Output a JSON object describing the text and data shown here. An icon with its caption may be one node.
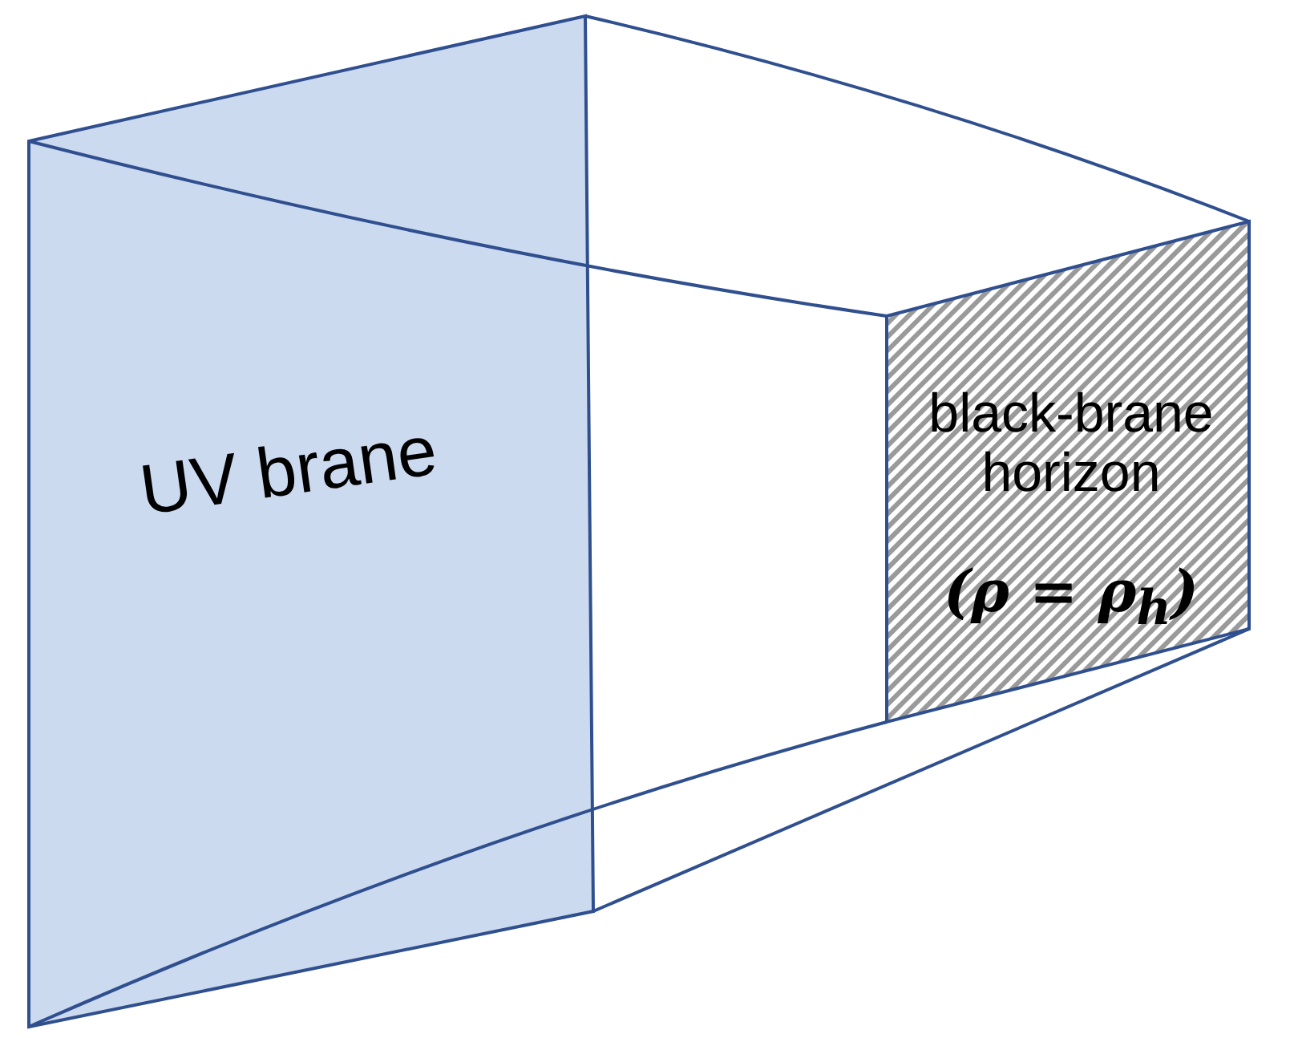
{
  "diagram": {
    "nodes": [
      {
        "text": [
          "UV brane"
        ]
      },
      {
        "text": [
          "black-brane horizon",
          "(ρ = ρ$_{h}$)"
        ]
      }
    ],
    "edges": [
      {
        "from": 0,
        "to": 1,
        "arrow": "none"
      },
      {
        "from": 0,
        "to": 1,
        "arrow": "none"
      },
      {
        "from": 0,
        "to": 1,
        "arrow": "none"
      },
      {
        "from": 0,
        "to": 1,
        "arrow": "none"
      }
    ]
  }
}
